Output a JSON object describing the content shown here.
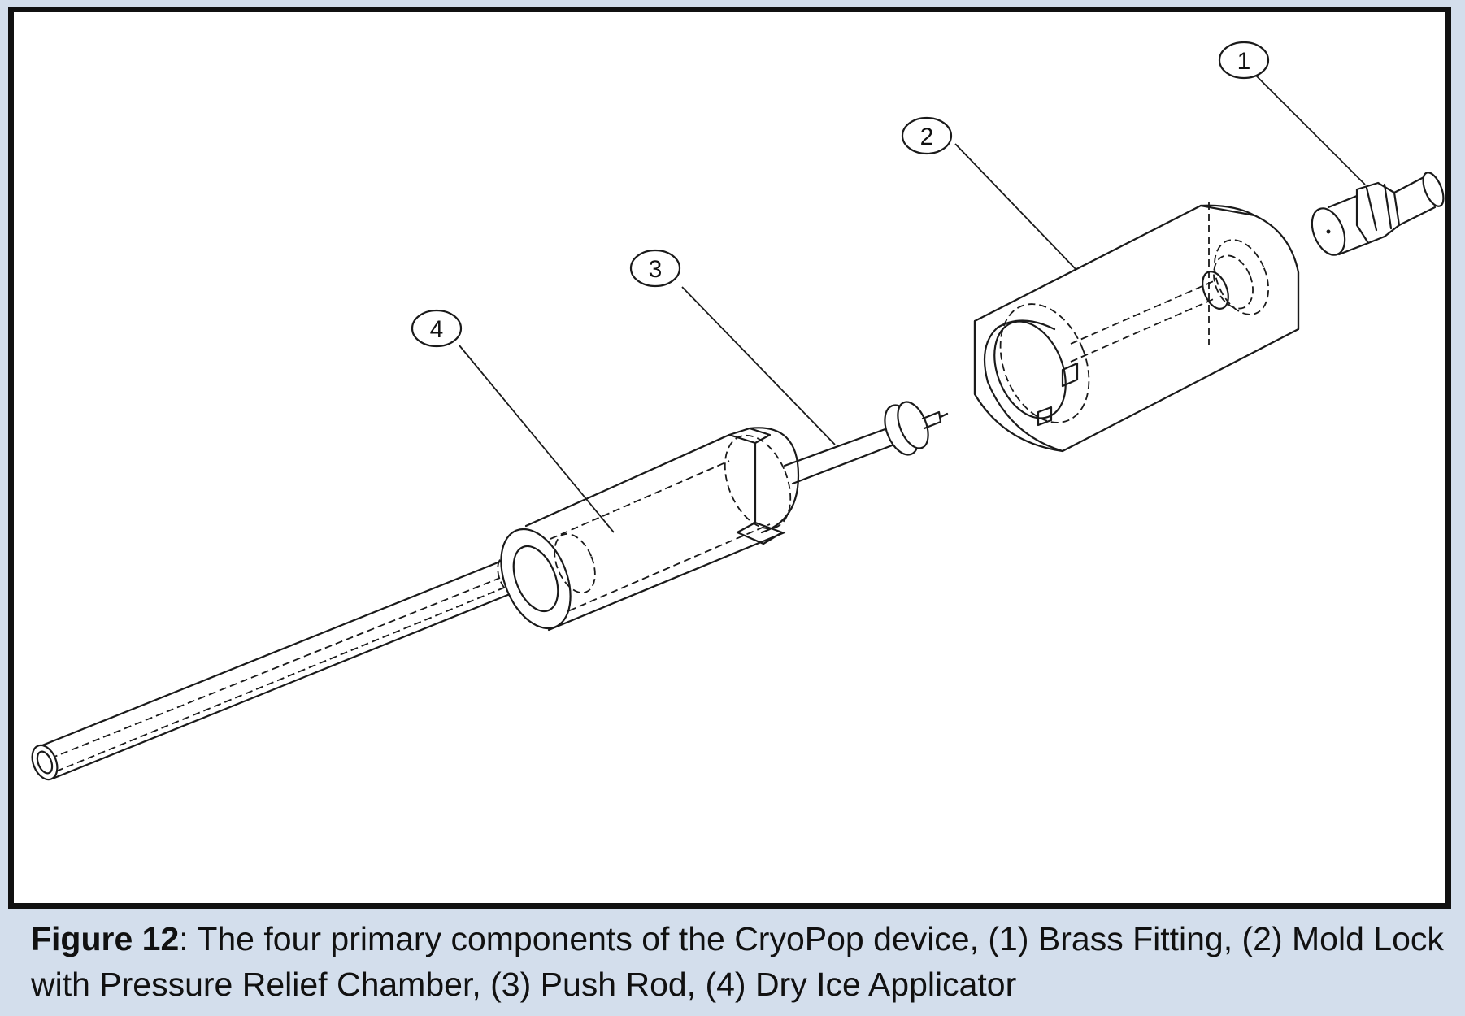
{
  "figure": {
    "callouts": [
      {
        "id": "1",
        "part": "brass-fitting"
      },
      {
        "id": "2",
        "part": "mold-lock"
      },
      {
        "id": "3",
        "part": "push-rod"
      },
      {
        "id": "4",
        "part": "dry-ice-applicator"
      }
    ]
  },
  "caption": {
    "label": "Figure 12",
    "text": ": The four primary components of the CryoPop device, (1) Brass Fitting, (2) Mold Lock with Pressure Relief Chamber, (3) Push Rod, (4) Dry Ice Applicator"
  }
}
